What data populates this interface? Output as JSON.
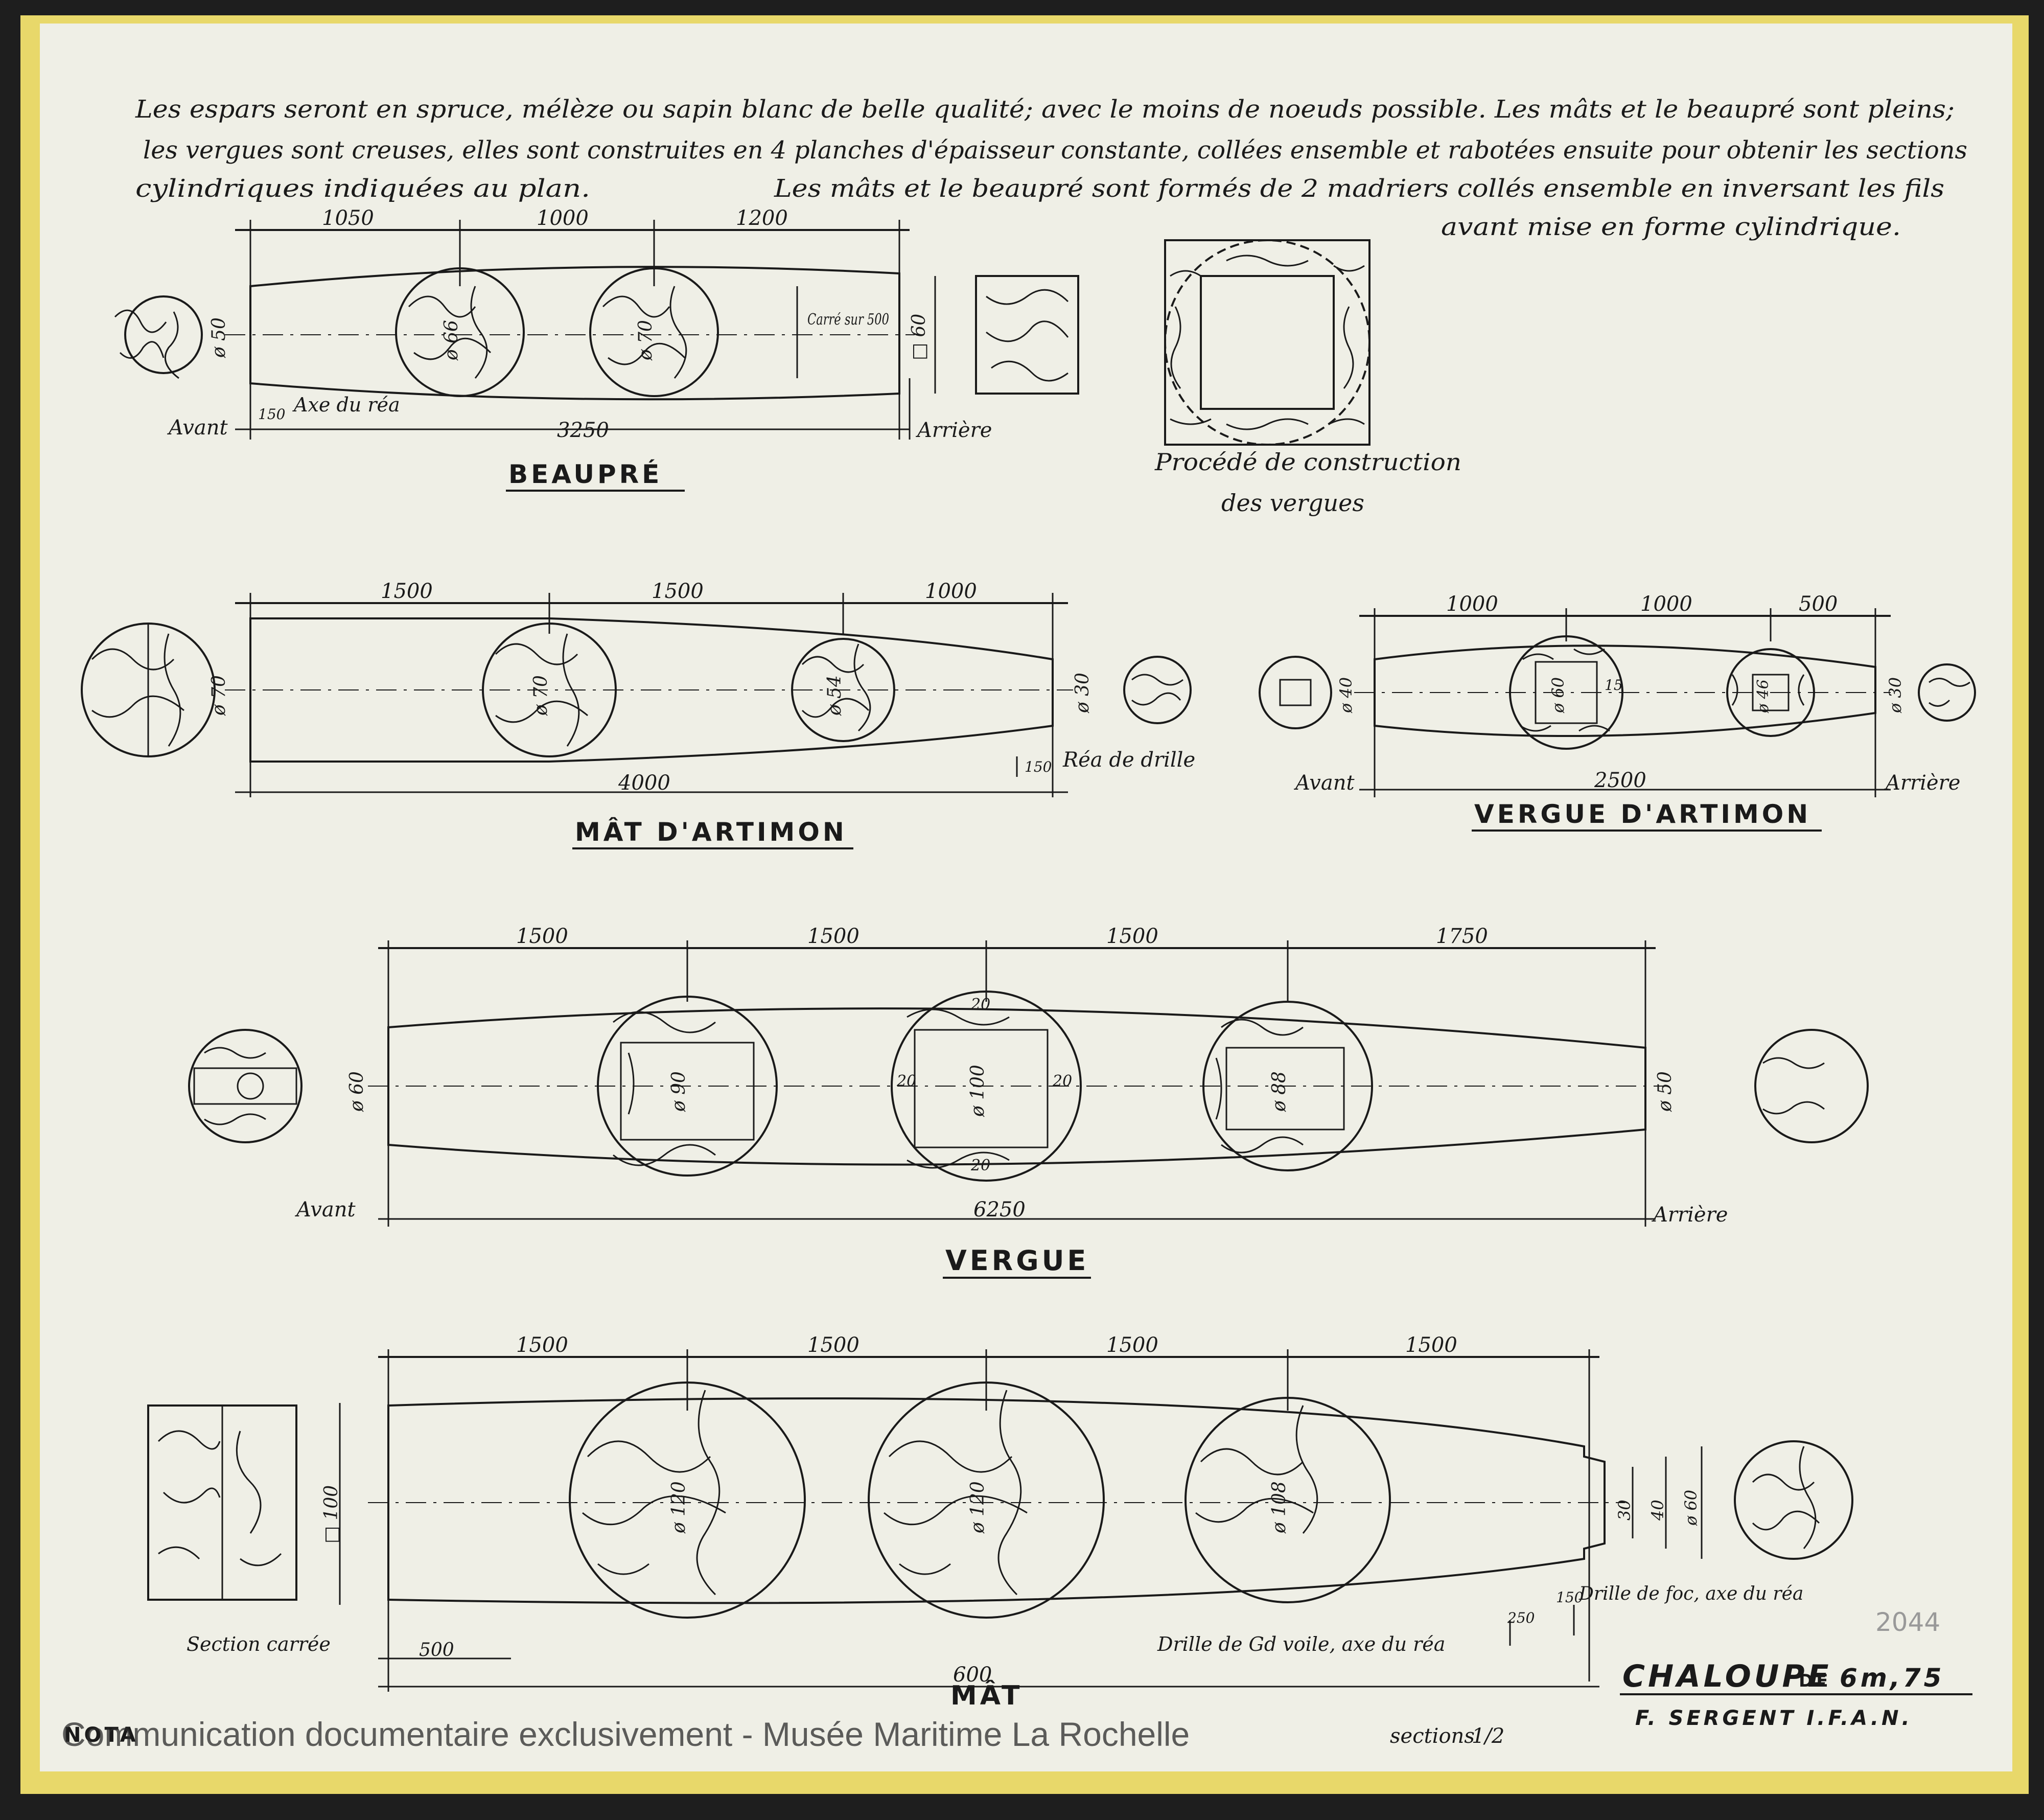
{
  "note_lines": [
    "Les espars seront en spruce, mélèze ou sapin blanc de belle qualité; avec le moins de noeuds possible. Les mâts et le beaupré sont pleins;",
    "les vergues sont creuses, elles sont construites en 4 planches d'épaisseur constante, collées ensemble et rabotées ensuite pour obtenir les sections",
    "cylindriques indiquées au plan.",
    "Les mâts et le beaupré sont formés de 2 madriers collés ensemble en inversant les fils",
    "avant mise en forme cylindrique."
  ],
  "beaupre": {
    "title": "BEAUPRÉ",
    "segments": [
      "1050",
      "1000",
      "1200"
    ],
    "total": "3250",
    "diameters": [
      "ø 50",
      "ø 66",
      "ø 70",
      "□ 60"
    ],
    "carre": "Carré sur 500",
    "axe": "Axe du réa",
    "axe_dim": "150",
    "avant": "Avant",
    "arriere": "Arrière"
  },
  "procede": {
    "line1": "Procédé de construction",
    "line2": "des vergues"
  },
  "mat_artimon": {
    "title": "MÂT D'ARTIMON",
    "segments": [
      "1500",
      "1500",
      "1000"
    ],
    "total": "4000",
    "diameters": [
      "ø 70",
      "ø 70",
      "ø 54",
      "ø 30"
    ],
    "rea": "Réa de drille",
    "rea_dim": "150"
  },
  "vergue_artimon": {
    "title": "VERGUE D'ARTIMON",
    "segments": [
      "1000",
      "1000",
      "500"
    ],
    "total": "2500",
    "diameters": [
      "ø 40",
      "ø 60",
      "ø 46",
      "ø 30"
    ],
    "thick": "15",
    "avant": "Avant",
    "arriere": "Arrière"
  },
  "vergue": {
    "title": "VERGUE",
    "segments": [
      "1500",
      "1500",
      "1500",
      "1750"
    ],
    "total": "6250",
    "diameters": [
      "ø 60",
      "ø 90",
      "ø 100",
      "ø 88",
      "ø 50"
    ],
    "thick": "20",
    "avant": "Avant",
    "arriere": "Arrière"
  },
  "mat": {
    "title": "MÂT",
    "segments": [
      "1500",
      "1500",
      "1500",
      "1500"
    ],
    "total": "600",
    "dims": [
      "□ 100",
      "ø 120",
      "ø 120",
      "ø 108",
      "30",
      "40",
      "ø 60",
      "500",
      "250",
      "150"
    ],
    "section": "Section carrée",
    "drille_foc": "Drille de foc, axe du réa",
    "drille_gv": "Drille de Gd voile, axe du réa"
  },
  "bottom_note": {
    "label": "NOTA",
    "sections": "sections",
    "scale": "1/2"
  },
  "title_block": {
    "name": "CHALOUPE",
    "de": "DE",
    "size": "6m,75",
    "author": "F. SERGENT I.F.A.N."
  },
  "catalog_number": "2044",
  "watermark": "Communication documentaire exclusivement - Musée Maritime La Rochelle"
}
